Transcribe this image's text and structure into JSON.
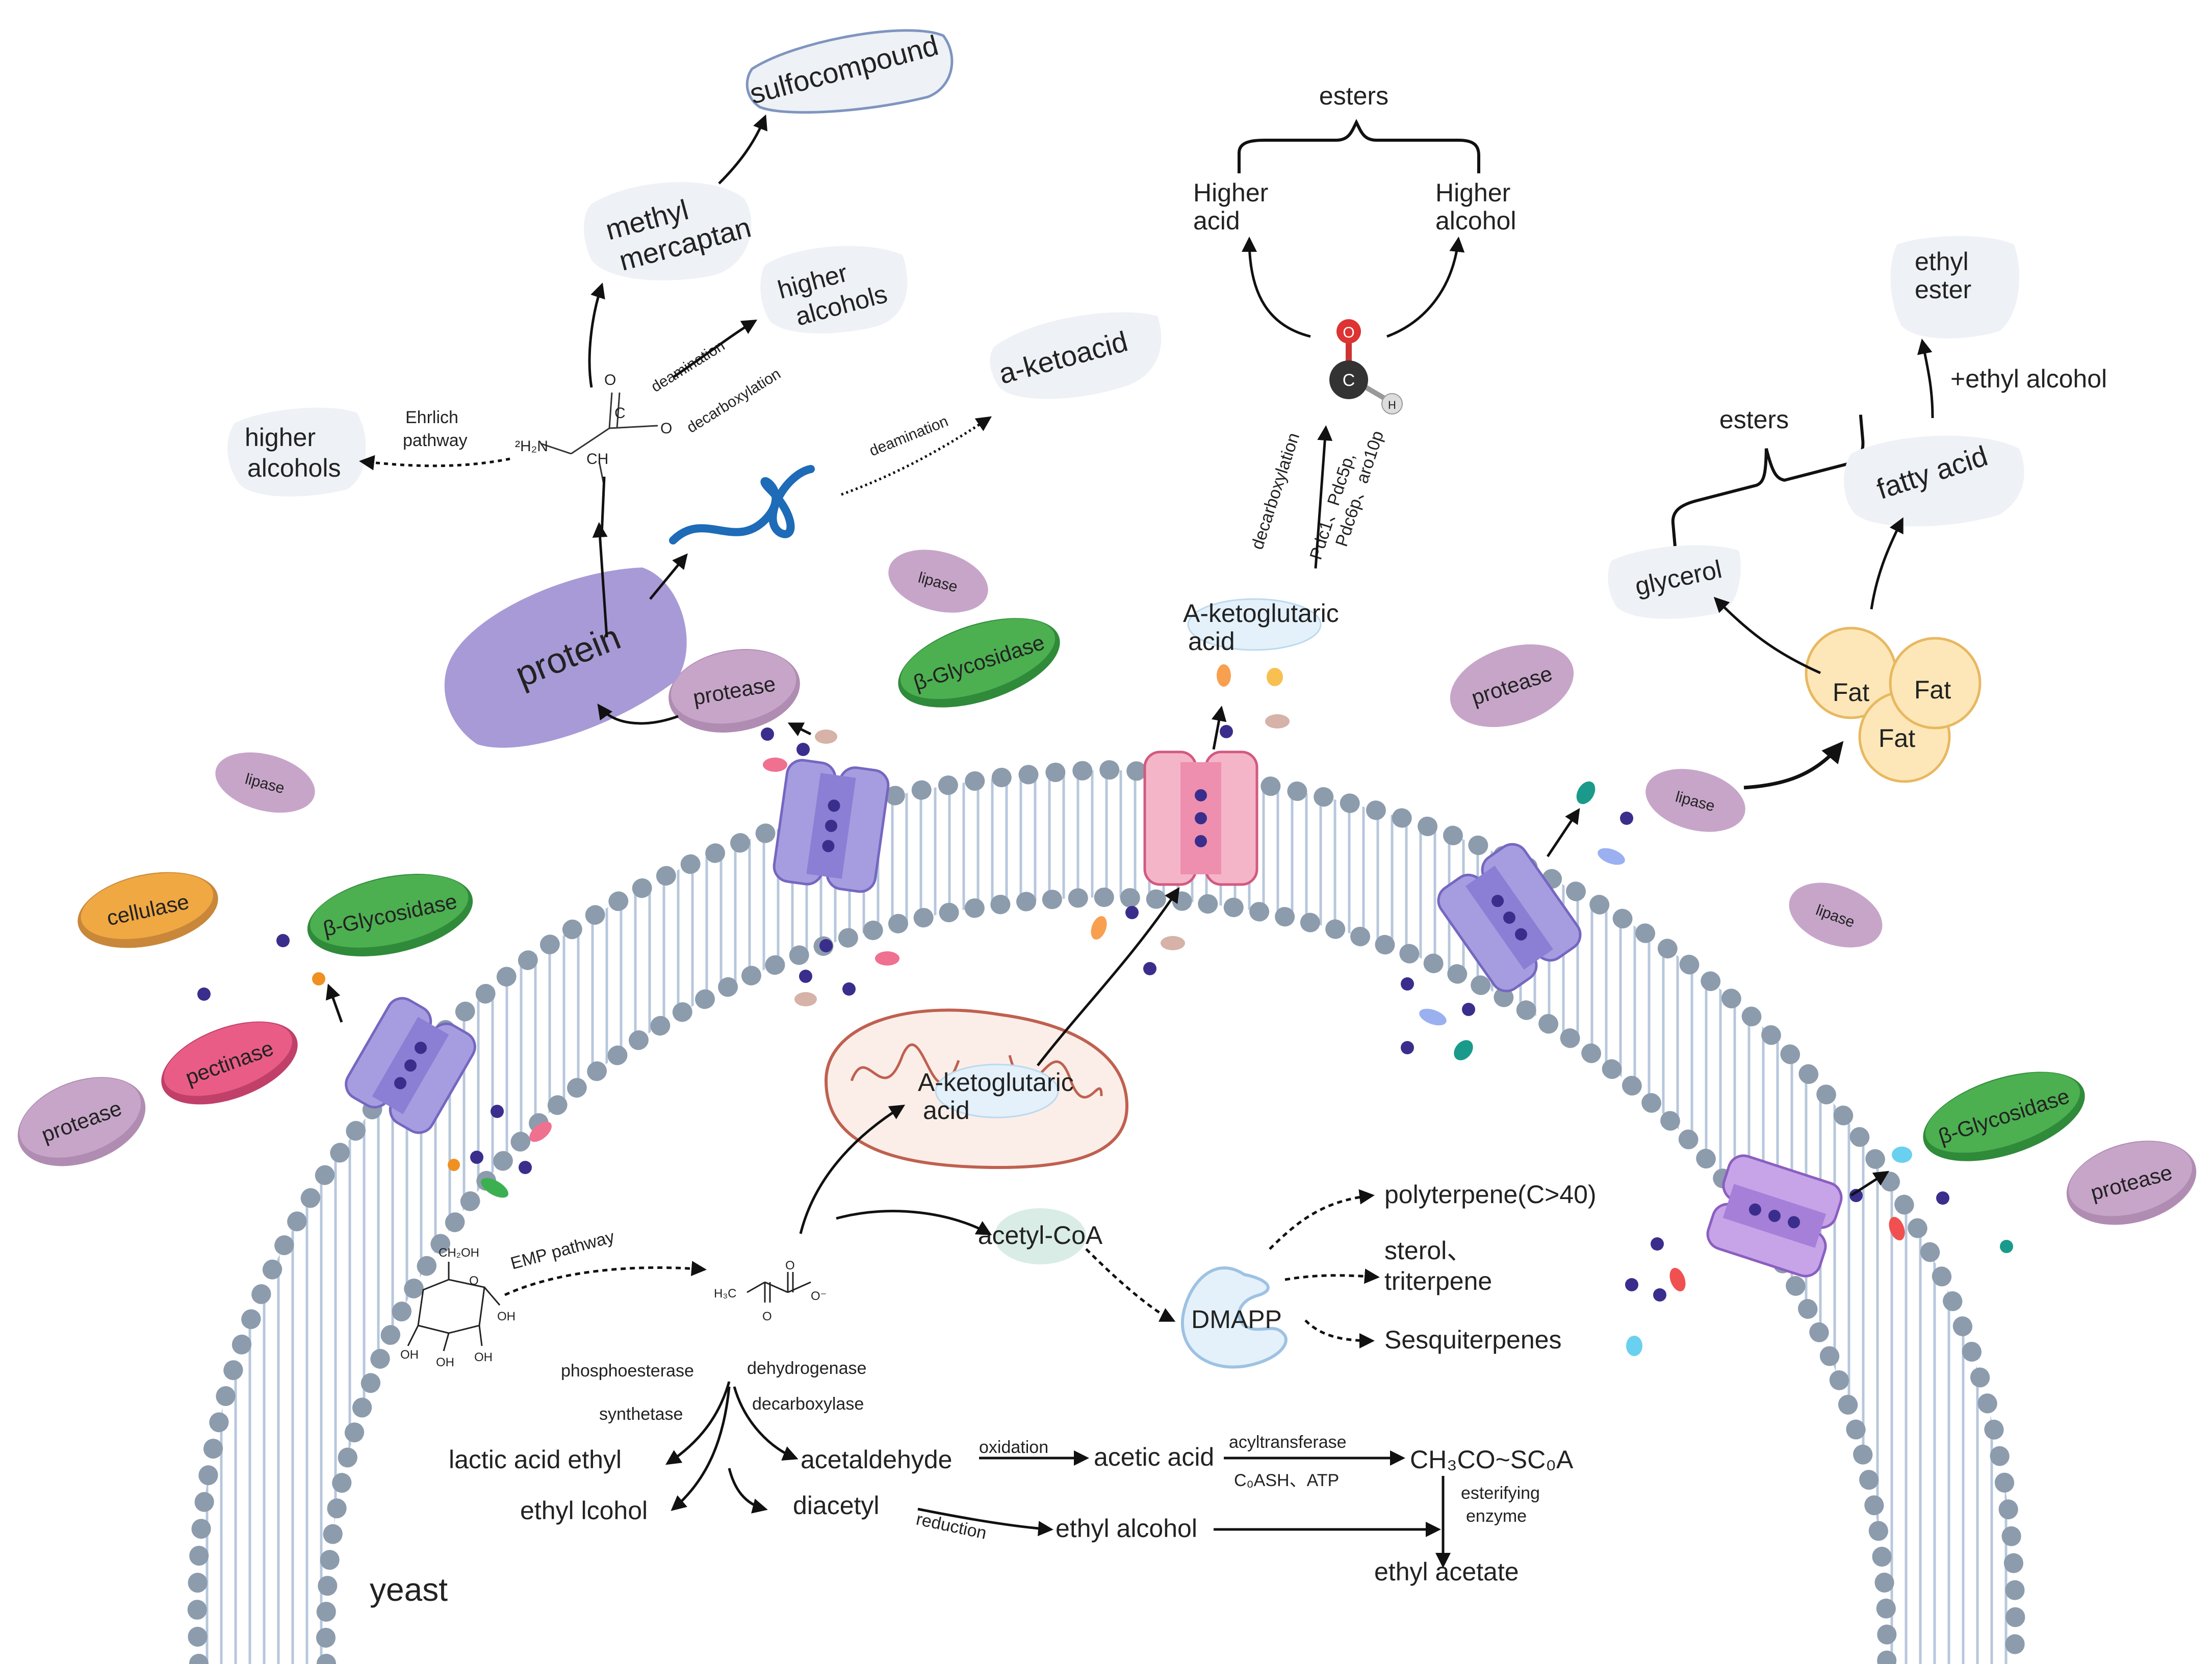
{
  "cell": {
    "label": "yeast"
  },
  "enzymes_outside": {
    "cellulase": "cellulase",
    "pectinase": "pectinase",
    "glycosidase": "β-Glycosidase",
    "protease": "protease",
    "lipase": "lipase"
  },
  "protein_branch": {
    "protein": "protein",
    "sulfocompound": "sulfocompound",
    "methyl_mercaptan": "methyl\nmercaptan",
    "higher_alcohols_right": "higher\nalcohols",
    "higher_alcohols_left": "higher\nalcohols",
    "ketoacid": "a-ketoacid",
    "ehrlich": "Ehrlich\npathway",
    "deamination_1": "deamination",
    "decarboxylation_1": "decarboxylation",
    "deamination_2": "deamination",
    "amino_labels": {
      "o1": "O",
      "o2": "O",
      "c": "C",
      "ch": "CH",
      "h2n": "²H₂N"
    }
  },
  "aldehyde_branch": {
    "esters": "esters",
    "higher_acid": "Higher\nacid",
    "higher_alcohol": "Higher\nalcohol",
    "atom_o": "O",
    "atom_c": "C",
    "atom_h": "H",
    "decarboxylation": "decarboxylation",
    "enzymes": "Pdc1、Pdc5p,\nPdc6p、aro10p",
    "akg_outer": "A-ketoglutaric\nacid"
  },
  "fat_branch": {
    "ethyl_ester": "ethyl\nester",
    "plus_ethyl_alcohol": "+ethyl alcohol",
    "esters": "esters",
    "fatty_acid": "fatty acid",
    "glycerol": "glycerol",
    "fat": "Fat"
  },
  "inside": {
    "mito_akg": "A-ketoglutaric\nacid",
    "acetyl_coa": "acetyl-CoA",
    "dmapp": "DMAPP",
    "polyterpene": "polyterpene(C>40)",
    "sterol": "sterol、\ntriterpene",
    "sesquiterpenes": "Sesquiterpenes",
    "emp": "EMP pathway",
    "glucose_labels": {
      "ch2oh": "CH₂OH",
      "oh": "OH",
      "o": "O"
    },
    "pyruvate_labels": {
      "h3c": "H₃C",
      "o": "O",
      "ominus": "O⁻"
    },
    "phosphoesterase": "phosphoesterase",
    "synthetase": "synthetase",
    "dehydrogenase": "dehydrogenase",
    "decarboxylase": "decarboxylase",
    "lactic_acid_ethyl": "lactic acid ethyl",
    "ethyl_lcohol": "ethyl lcohol",
    "acetaldehyde": "acetaldehyde",
    "diacetyl": "diacetyl",
    "oxidation": "oxidation",
    "acetic_acid": "acetic acid",
    "acyltransferase": "acyltransferase",
    "coash_atp": "C₀ASH、ATP",
    "ch3co": "CH₃CO~SC₀A",
    "esterifying": "esterifying\nenzyme",
    "reduction": "reduction",
    "ethyl_alcohol": "ethyl alcohol",
    "ethyl_acetate": "ethyl acetate"
  },
  "colors": {
    "membrane_head": "#8c9cad",
    "membrane_tail": "#b4c6dc",
    "channel_purple": "#a59de0",
    "channel_pink": "#f5b5c8",
    "protease": "#c7a5c9",
    "glycosidase": "#4caf50",
    "cellulase": "#f0a843",
    "pectinase": "#e85c85",
    "arrow": "#111111"
  }
}
